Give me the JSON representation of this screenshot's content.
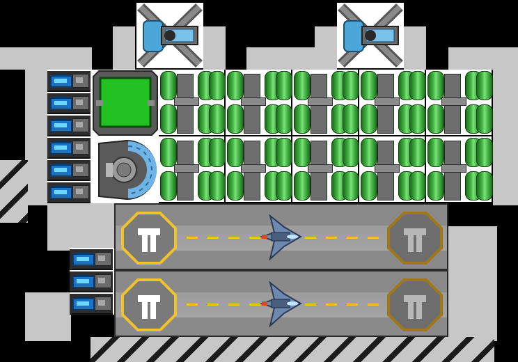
{
  "scene": {
    "name": "ship-blueprint",
    "colors": {
      "background": "#000000",
      "hull": "#c7c7c7",
      "tank_green": "#45b845",
      "reactor_green": "#1fc01f",
      "thruster_glow": "#1a73c6",
      "runway_marking": "#f0c22c",
      "cockpit_blue": "#6fa6d6"
    }
  },
  "modules": {
    "top_turrets": [
      {
        "icon": "turret-icon"
      },
      {
        "icon": "turret-icon"
      }
    ],
    "left_thrusters_upper": 6,
    "left_thrusters_lower": 3,
    "cargo_tank_modules": 10,
    "reactor": {
      "icon": "reactor-icon"
    },
    "shield": {
      "icon": "shield-generator-icon"
    },
    "hangar_bays": [
      {
        "pad_glyph_left": "TT",
        "pad_glyph_right": "TT",
        "icon": "fighter-ship-icon"
      },
      {
        "pad_glyph_left": "TT",
        "pad_glyph_right": "TT",
        "icon": "fighter-ship-icon"
      }
    ]
  }
}
